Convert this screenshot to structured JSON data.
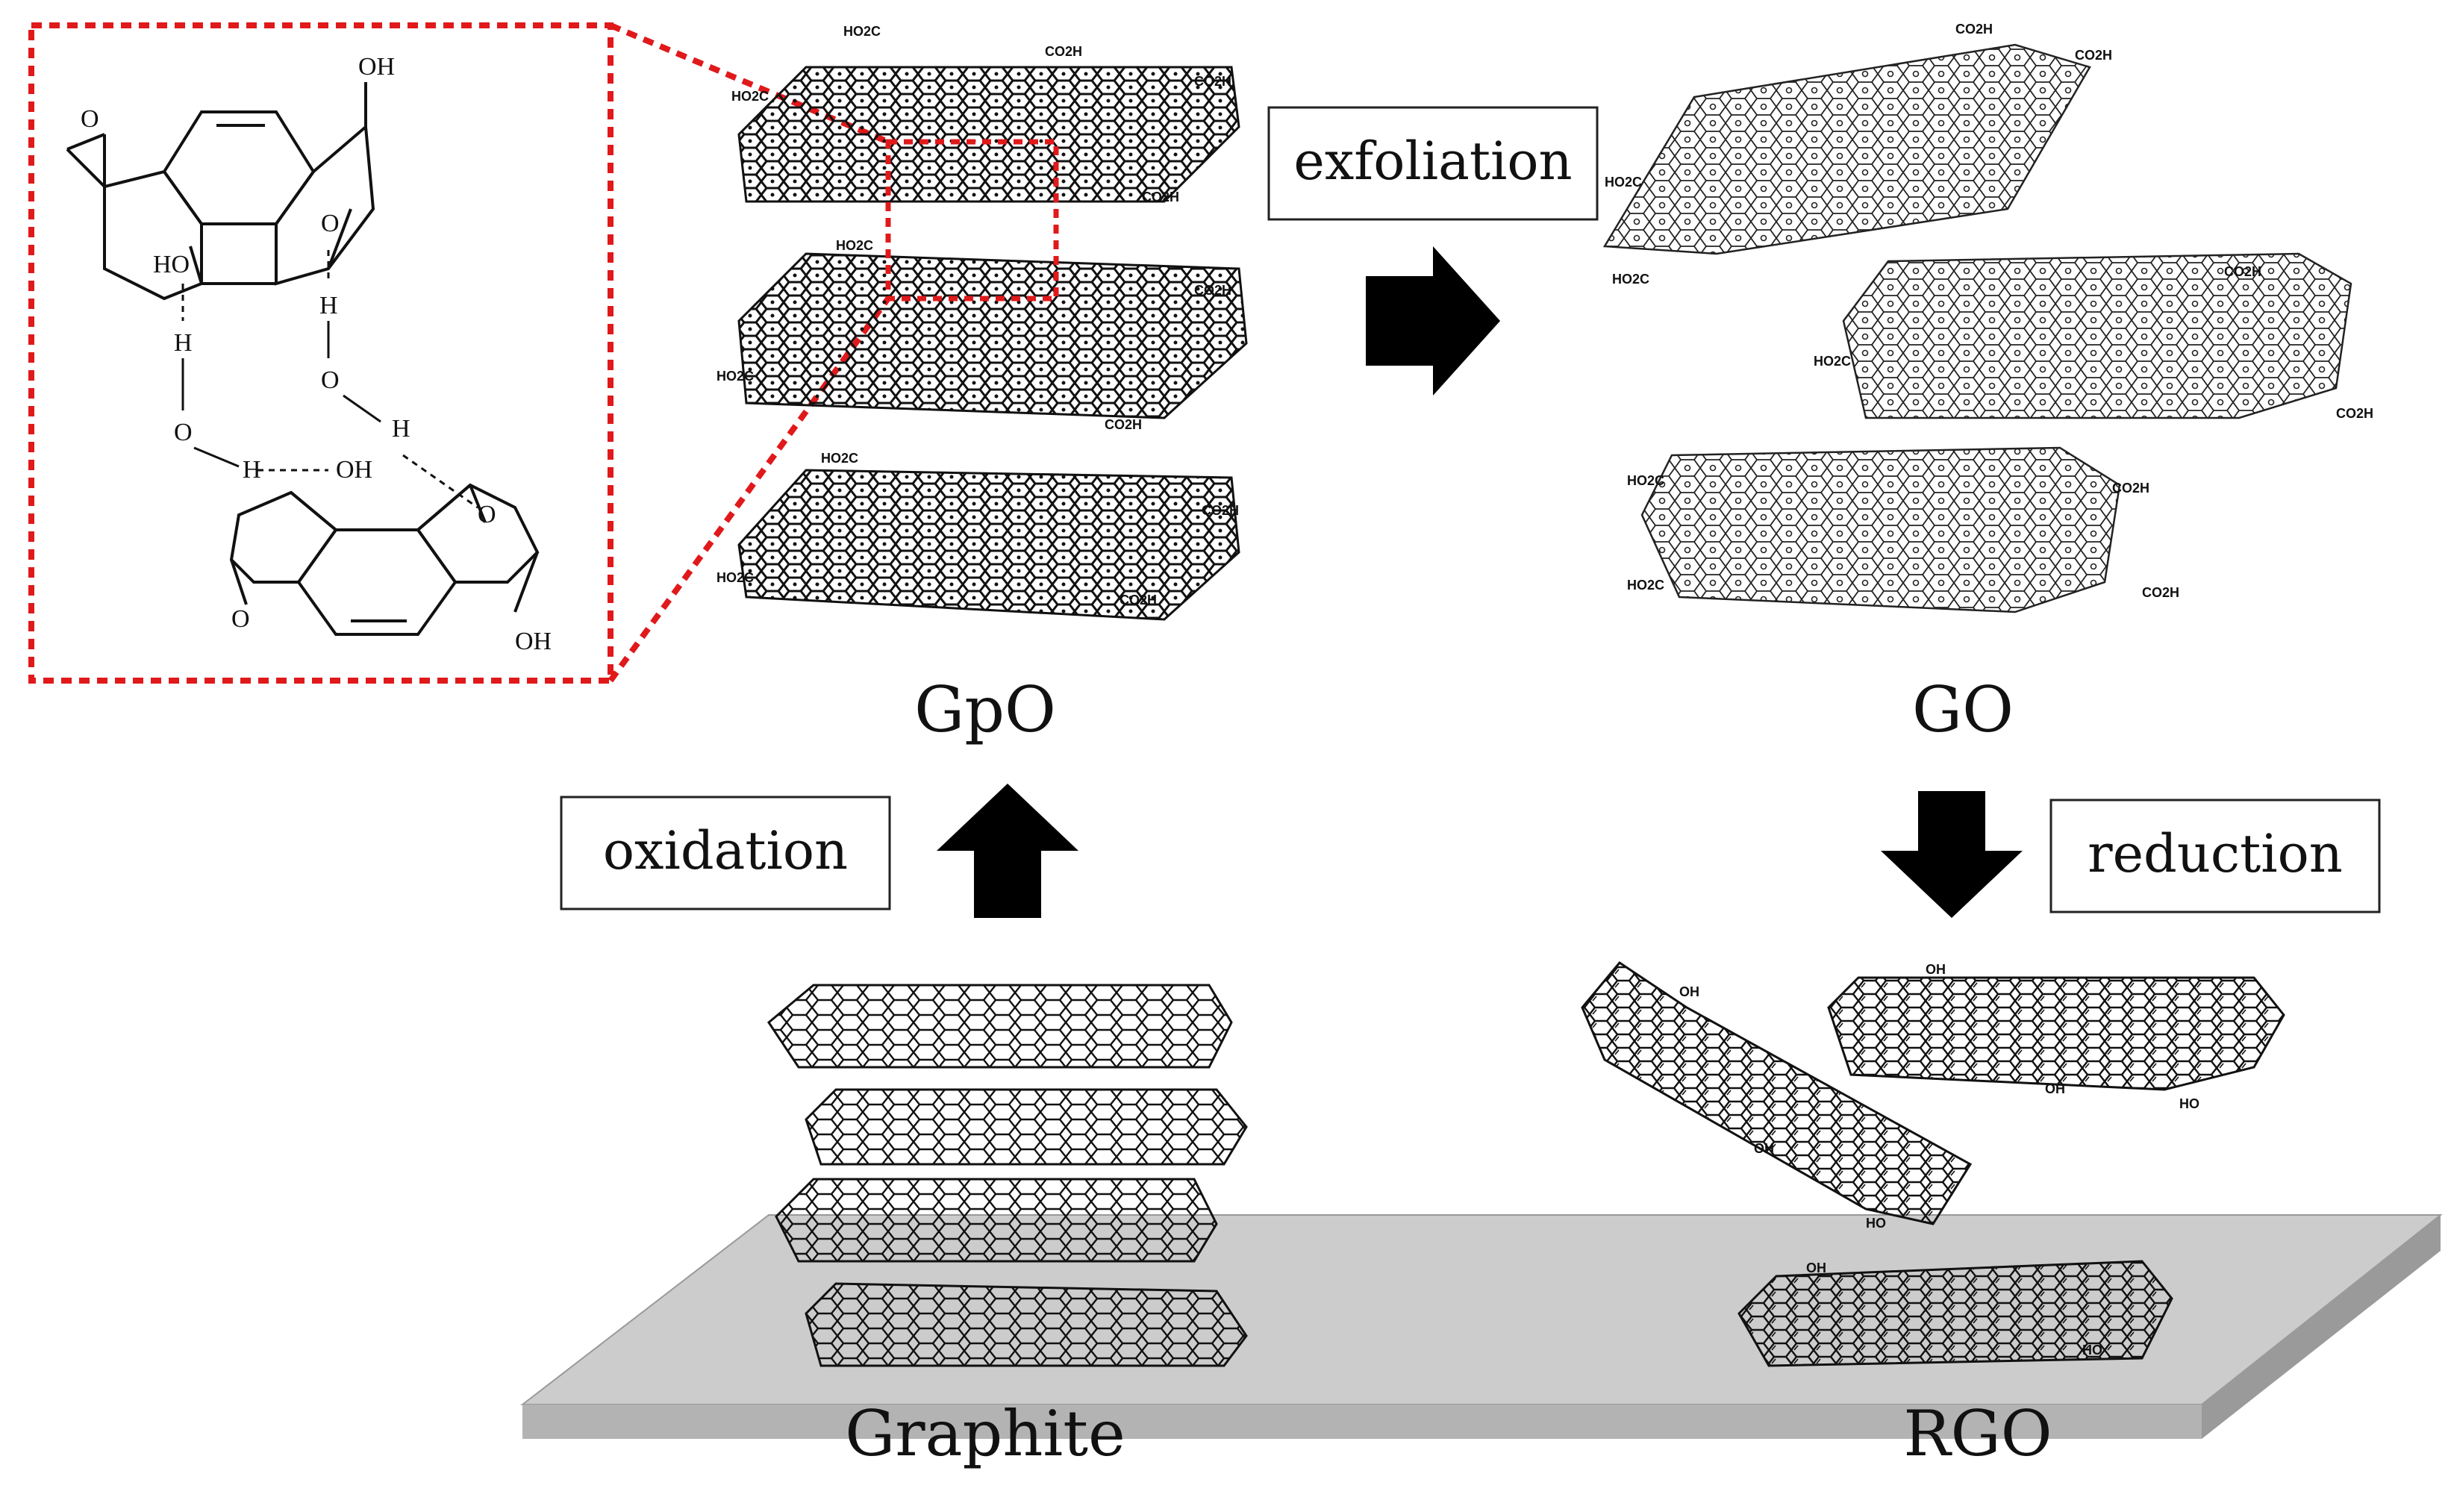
{
  "labels": {
    "gpo": "GpO",
    "go": "GO",
    "graphite": "Graphite",
    "rgo": "RGO"
  },
  "process_steps": {
    "oxidation": "oxidation",
    "exfoliation": "exfoliation",
    "reduction": "reduction"
  },
  "inset_structure": {
    "oh_top": "OH",
    "o_left": "O",
    "o_mid": "O",
    "ho_left": "HO",
    "h1": "H",
    "o_water1": "O",
    "h_bond1": "H",
    "oh_mid": "OH",
    "h2": "H",
    "o_water2": "O",
    "h_bond2": "H",
    "o_bottom_right": "O",
    "o_bottom_left": "O",
    "oh_bottom": "OH"
  },
  "group_labels": {
    "carboxyl": "CO2H",
    "carboxyl_rev": "HO2C",
    "hydroxyl": "OH",
    "hydroxyl_rev": "HO",
    "epoxy": "O"
  },
  "colors": {
    "inset_border": "#e0191b",
    "substrate_top": "#cccccc",
    "substrate_front": "#b3b3b3",
    "substrate_side": "#9a9a9a",
    "arrow": "#000000",
    "line": "#111111"
  }
}
